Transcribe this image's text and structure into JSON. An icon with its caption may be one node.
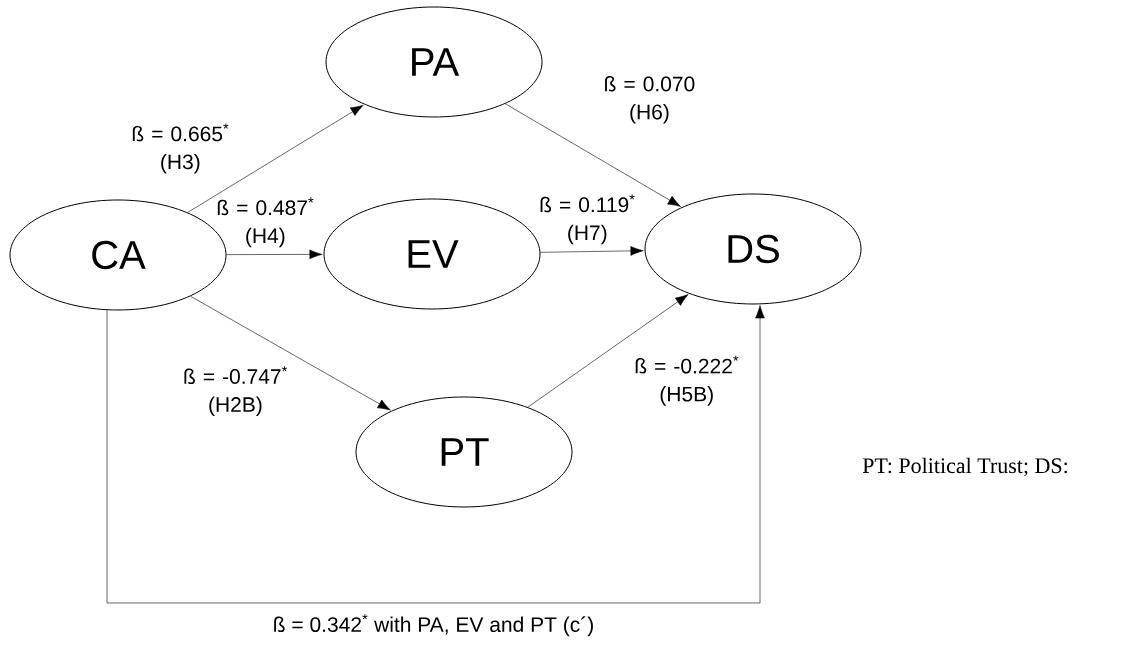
{
  "diagram": {
    "nodes": [
      {
        "text": [
          "PA"
        ]
      },
      {
        "text": [
          "CA"
        ]
      },
      {
        "text": [
          "EV"
        ]
      },
      {
        "text": [
          "DS"
        ]
      },
      {
        "text": [
          "PT"
        ]
      }
    ],
    "edges": [
      {
        "from": 1,
        "to": 0,
        "arrow": "to",
        "label": "ß = 0.665$^{*}$ (H3)"
      },
      {
        "from": 1,
        "to": 2,
        "arrow": "to",
        "label": "ß = 0.487$^{*}$ (H4)"
      },
      {
        "from": 1,
        "to": 4,
        "arrow": "to",
        "label": "ß = -0.747$^{*}$ (H2B)"
      },
      {
        "from": 0,
        "to": 3,
        "arrow": "to",
        "label": "ß =  0.070 (H6)"
      },
      {
        "from": 2,
        "to": 3,
        "arrow": "to",
        "label": "ß = 0.119$^{*}$ (H7)"
      },
      {
        "from": 4,
        "to": 3,
        "arrow": "to",
        "label": "ß = -0.222$^{*}$ (H5B)"
      },
      {
        "from": 1,
        "to": 3,
        "arrow": "to",
        "label": "ß = 0.342$^{*}$ with PA, EV and PT (c´)"
      }
    ],
    "labels": [
      "PT:  Political  Trust;  DS:"
    ]
  }
}
